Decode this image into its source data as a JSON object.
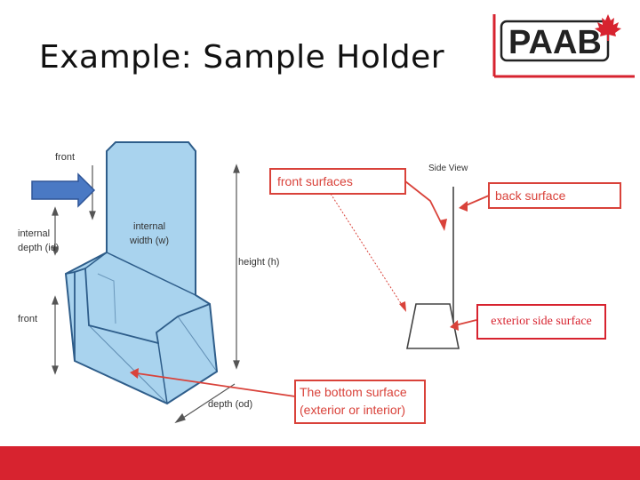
{
  "slide": {
    "title": "Example:  Sample Holder"
  },
  "logo": {
    "text": "PAAB",
    "icon": "maple-leaf-icon"
  },
  "figure": {
    "labels": {
      "front_top": "front",
      "internal_depth_line1": "internal",
      "internal_depth_line2": "depth (id)",
      "front_bottom": "front",
      "internal_width_line1": "internal",
      "internal_width_line2": "width (w)",
      "height": "height (h)",
      "depth": "depth (od)",
      "side_view": "Side View"
    },
    "callouts": {
      "front_surfaces": "front surfaces",
      "back_surface": "back surface",
      "bottom_surface_line1": "The bottom surface",
      "bottom_surface_line2": "(exterior or interior)",
      "exterior_side_surface": "exterior side surface"
    }
  },
  "colors": {
    "accent_red": "#d7232f",
    "arrow_blue": "#4a79c4",
    "holder_blue": "#a9d3ee",
    "callout_red": "#d9423a"
  }
}
